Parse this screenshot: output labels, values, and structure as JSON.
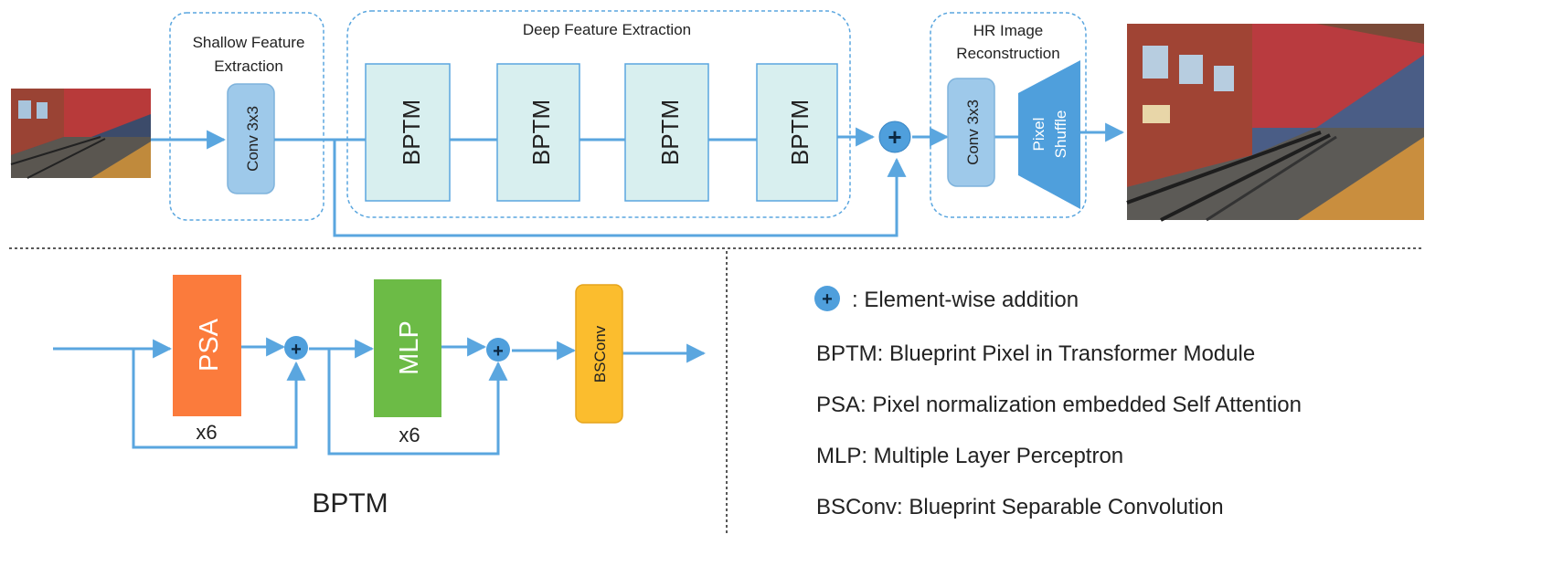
{
  "top": {
    "shallow_group_label": [
      "Shallow Feature",
      "Extraction"
    ],
    "deep_group_label": "Deep Feature Extraction",
    "hr_group_label": [
      "HR Image",
      "Reconstruction"
    ],
    "conv_label": "Conv 3x3",
    "bptm_blocks": [
      "BPTM",
      "BPTM",
      "BPTM",
      "BPTM"
    ],
    "hr_conv_label": "Conv 3x3",
    "pixel_shuffle_label": [
      "Pixel",
      "Shuffle"
    ],
    "plus_symbol": "+"
  },
  "bptm_detail": {
    "psa_label": "PSA",
    "psa_repeat": "x6",
    "mlp_label": "MLP",
    "mlp_repeat": "x6",
    "bsconv_label": "BSConv",
    "caption": "BPTM"
  },
  "legend": {
    "plus_symbol": "+",
    "items": [
      ": Element-wise addition",
      "BPTM: Blueprint Pixel in Transformer Module",
      "PSA: Pixel normalization embedded Self Attention",
      "MLP: Multiple Layer Perceptron",
      "BSConv: Blueprint Separable Convolution"
    ]
  },
  "colors": {
    "arrow": "#5aa6df",
    "conv_fill": "#9ec9ea",
    "bptm_fill": "#d8efef",
    "psa_fill": "#fb7b3c",
    "mlp_fill": "#6cbb46",
    "bsconv_fill": "#fbbd2e",
    "shuffle_fill": "#4f9fdc",
    "plus_fill": "#4f9fdc"
  }
}
